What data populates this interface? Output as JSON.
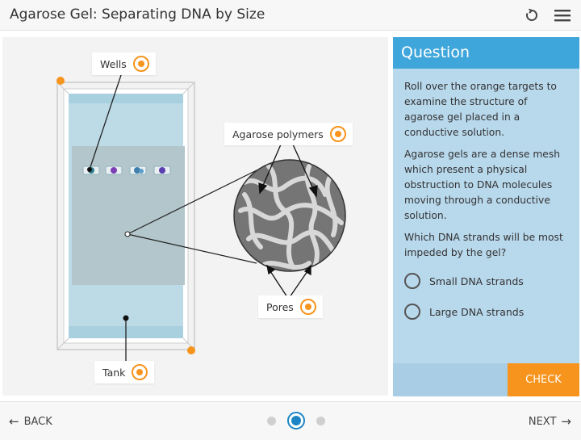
{
  "header": {
    "title": "Agarose Gel: Separating DNA by Size",
    "reset_icon": "reset-icon",
    "menu_icon": "hamburger-menu-icon"
  },
  "diagram": {
    "labels": {
      "wells": "Wells",
      "agarose_polymers": "Agarose polymers",
      "pores": "Pores",
      "tank": "Tank"
    },
    "target_icon": "target-icon"
  },
  "question": {
    "heading": "Question",
    "paragraphs": [
      "Roll over the orange targets to examine the structure of agarose gel placed in a conductive solution.",
      "Agarose gels are a dense mesh which present a physical obstruction to DNA molecules moving through a conductive solution.",
      "Which DNA strands will be most impeded by the gel?"
    ],
    "options": [
      "Small DNA strands",
      "Large DNA strands"
    ],
    "check_label": "CHECK"
  },
  "navigation": {
    "back_label": "BACK",
    "next_label": "NEXT",
    "back_arrow": "←",
    "next_arrow": "→",
    "pages": 3,
    "current_page": 2
  },
  "colors": {
    "accent_orange": "#f7941d",
    "panel_header": "#3fa6db",
    "panel_body": "#b8d8ec",
    "active_dot": "#1d85c4"
  }
}
